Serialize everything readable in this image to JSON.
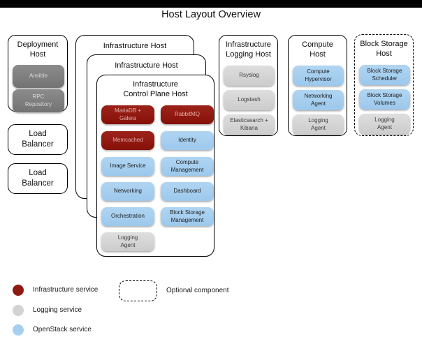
{
  "page": {
    "title": "Host Layout Overview"
  },
  "colors": {
    "topbar": "#000000",
    "infrastructure_service": "#8E1A12",
    "logging_service": "#D3D3D3",
    "openstack_service": "#A6CFEF",
    "deployment_tool": "#7E7E7E"
  },
  "hosts": {
    "deployment": {
      "title": "Deployment\nHost",
      "services": [
        {
          "label": "Ansible",
          "type": "deployment"
        },
        {
          "label": "RPC\nRepository",
          "type": "deployment"
        }
      ]
    },
    "load_balancer_a": {
      "title": "Load\nBalancer"
    },
    "load_balancer_b": {
      "title": "Load\nBalancer"
    },
    "infra_host_outer": {
      "title": "Infrastructure Host"
    },
    "infra_host_middle": {
      "title": "Infrastructure Host"
    },
    "control_plane": {
      "title": "Infrastructure\nControl Plane Host",
      "services": [
        {
          "label": "MariaDB +\nGalera",
          "type": "infrastructure"
        },
        {
          "label": "RabbitMQ",
          "type": "infrastructure"
        },
        {
          "label": "Memcached",
          "type": "infrastructure"
        },
        {
          "label": "Identity",
          "type": "openstack"
        },
        {
          "label": "Image Service",
          "type": "openstack"
        },
        {
          "label": "Compute\nManagement",
          "type": "openstack"
        },
        {
          "label": "Networking",
          "type": "openstack"
        },
        {
          "label": "Dashboard",
          "type": "openstack"
        },
        {
          "label": "Orchestration",
          "type": "openstack"
        },
        {
          "label": "Block Storage\nManagement",
          "type": "openstack"
        },
        {
          "label": "Logging\nAgent",
          "type": "logging"
        }
      ]
    },
    "logging_host": {
      "title": "Infrastructure\nLogging Host",
      "services": [
        {
          "label": "Rsyslog",
          "type": "logging"
        },
        {
          "label": "Logstash",
          "type": "logging"
        },
        {
          "label": "Elasticsearch +\nKibana",
          "type": "logging"
        }
      ]
    },
    "compute_host": {
      "title": "Compute\nHost",
      "services": [
        {
          "label": "Compute\nHypervisor",
          "type": "openstack"
        },
        {
          "label": "Networking\nAgent",
          "type": "openstack"
        },
        {
          "label": "Logging\nAgent",
          "type": "logging"
        }
      ]
    },
    "block_storage_host": {
      "title": "Block Storage\nHost",
      "optional": true,
      "services": [
        {
          "label": "Block Storage\nScheduler",
          "type": "openstack"
        },
        {
          "label": "Block Storage\nVolumes",
          "type": "openstack"
        },
        {
          "label": "Logging\nAgent",
          "type": "logging"
        }
      ]
    }
  },
  "legend": {
    "items": [
      {
        "label": "Infrastructure service",
        "swatch": "circle",
        "color": "#8E1A12"
      },
      {
        "label": "Logging service",
        "swatch": "circle",
        "color": "#D3D3D3"
      },
      {
        "label": "OpenStack service",
        "swatch": "circle",
        "color": "#A6CFEF"
      },
      {
        "label": "Optional component",
        "swatch": "dashed-box"
      }
    ]
  }
}
